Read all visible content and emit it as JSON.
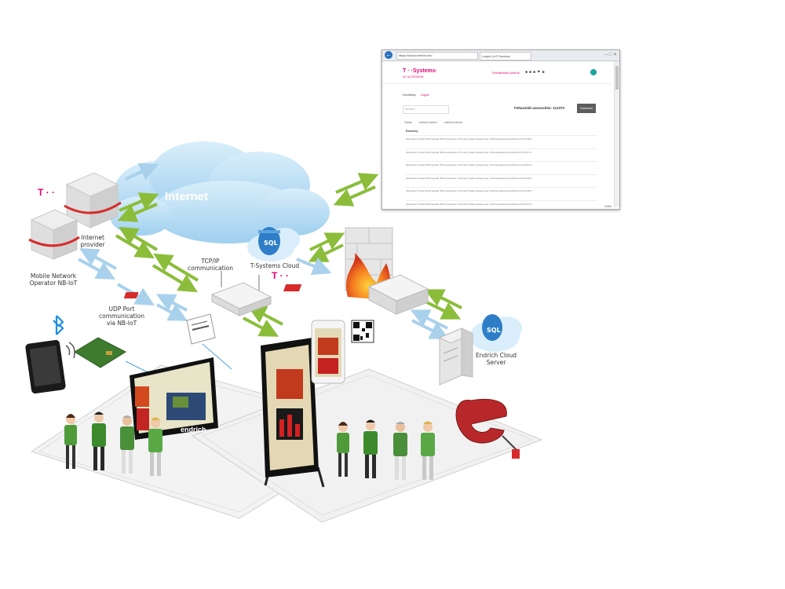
{
  "labels": {
    "internet": "Internet",
    "internet_provider": "Internet\nprovider",
    "mobile_operator": "Mobile Network\nOperator NB-IoT",
    "tcp_ip": "TCP/IP\ncommunication",
    "udp": "UDP Port\ncommunication\nvia NB-IoT",
    "tsystems_cloud": "T-Systems Cloud",
    "endrich_cloud": "Endrich Cloud\nServer",
    "sql": "SQL",
    "t_mark": "T · ·",
    "endrich": "endrich"
  },
  "browser": {
    "url": "https://cloud.endrich.hu/",
    "tab": "Logok | IoT Docutop",
    "logo": "T · ·Systems·",
    "logo_sub": "IoT  ACCESSION",
    "nav_text": "Felhasználó pontok",
    "crumb_home": "Kezdőlap",
    "crumb_current": "Logok",
    "search_placeholder": "Keresés",
    "total": "Feltasztált azonosítás: 112370",
    "download": "Download",
    "tabs": [
      "Oszlop",
      "endrichCustom1",
      "endrichCustom2"
    ],
    "column": "Esemény",
    "rows": [
      "[Telemetrie] T-Cloud 112370 payload \"INFO temperature: 26.79 deg\" Position average temp: 23.69 deg Measured at 2019-10-21 10:37:09 Z",
      "[Telemetrie] T-Cloud 112370 payload \"INFO temperature: 26.79 deg\" Position average temp: 23.69 deg Measured at 2019-10-21 10:35:17 Z",
      "[Telemetrie] T-Cloud 112370 payload \"INFO temperature: 24.06 deg\" Position average temp: 23.91 deg Measured at 2019-10-21 10:28:15 Z",
      "[Telemetrie] T-Cloud 112370 payload \"INFO temperature: 24.66 deg\" Position average temp: 24.02 deg Measured at 2019-10-21 10:26:59 Z",
      "[Telemetrie] T-Cloud 112370 payload \"INFO temperature: 24.13 deg\" Position average temp: 23.84 deg Measured at 2019-10-21 10:24:40 Z",
      "[Telemetrie] T-Cloud 112370 payload \"INFO temperature: 23.19 deg\" Position average temp: 23.60 deg Measured at 2019-10-21 10:18:37 Z"
    ],
    "status": "100%"
  },
  "colors": {
    "magenta": "#e20074",
    "green_arrow": "#8bbd3b",
    "blue_arrow": "#a9d1ec",
    "cloud": "#b8dcf2",
    "floor": "#f2f2f2"
  }
}
